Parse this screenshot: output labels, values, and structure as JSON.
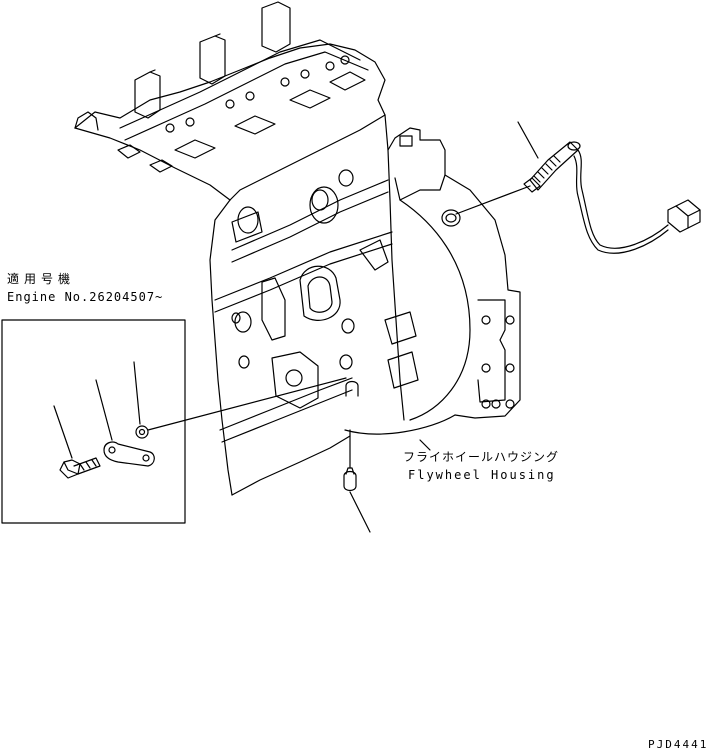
{
  "labels": {
    "applicable_serial_jp": "適用号機",
    "applicable_serial_en": "Engine No.26204507~",
    "flywheel_housing_jp": "フライホイールハウジング",
    "flywheel_housing_en": "Flywheel Housing",
    "drawing_code": "PJD4441"
  },
  "colors": {
    "line": "#000000",
    "background": "#ffffff"
  }
}
